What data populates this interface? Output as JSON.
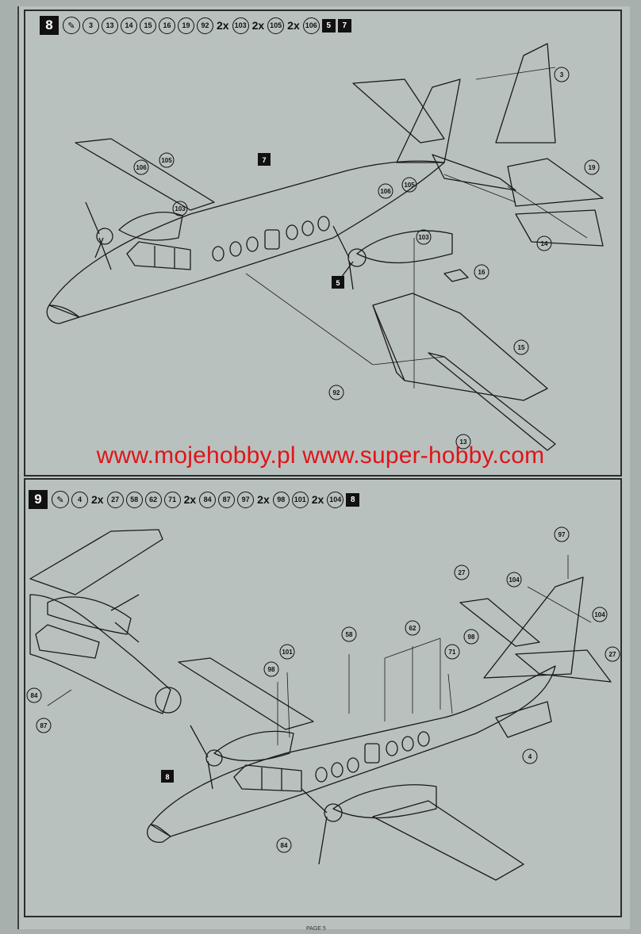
{
  "step8": {
    "number": "8",
    "glue_icon": "glue-tube-icon",
    "parts": [
      "3",
      "13",
      "14",
      "15",
      "16",
      "19",
      "92"
    ],
    "pairs": [
      {
        "qty": "2x",
        "part": "103"
      },
      {
        "qty": "2x",
        "part": "105"
      },
      {
        "qty": "2x",
        "part": "106"
      }
    ],
    "decals": [
      "5",
      "7"
    ],
    "callouts": {
      "c3": "3",
      "c19": "19",
      "c14": "14",
      "c16": "16",
      "c15": "15",
      "c13": "13",
      "c92": "92",
      "c106a": "106",
      "c105a": "105",
      "c103a": "103",
      "c106b": "106",
      "c105b": "105",
      "c103b": "103",
      "b7": "7",
      "b5": "5"
    }
  },
  "step9": {
    "number": "9",
    "glue_icon": "glue-tube-icon",
    "parts_a": [
      "4"
    ],
    "pair_a": {
      "qty": "2x",
      "part": "27"
    },
    "parts_b": [
      "58",
      "62",
      "71"
    ],
    "pair_b": {
      "qty": "2x",
      "part": "84"
    },
    "parts_c": [
      "87",
      "97"
    ],
    "pair_c": {
      "qty": "2x",
      "part": "98"
    },
    "parts_d": [
      "101"
    ],
    "pair_d": {
      "qty": "2x",
      "part": "104"
    },
    "decals": [
      "8"
    ],
    "callouts": {
      "c97": "97",
      "c27a": "27",
      "c104a": "104",
      "c104b": "104",
      "c27b": "27",
      "c4": "4",
      "c58": "58",
      "c62": "62",
      "c98a": "98",
      "c71": "71",
      "c101": "101",
      "c98b": "98",
      "c84a": "84",
      "c87": "87",
      "c84b": "84",
      "b8": "8"
    }
  },
  "watermark": "www.mojehobby.pl www.super-hobby.com",
  "footer": "PAGE 5"
}
